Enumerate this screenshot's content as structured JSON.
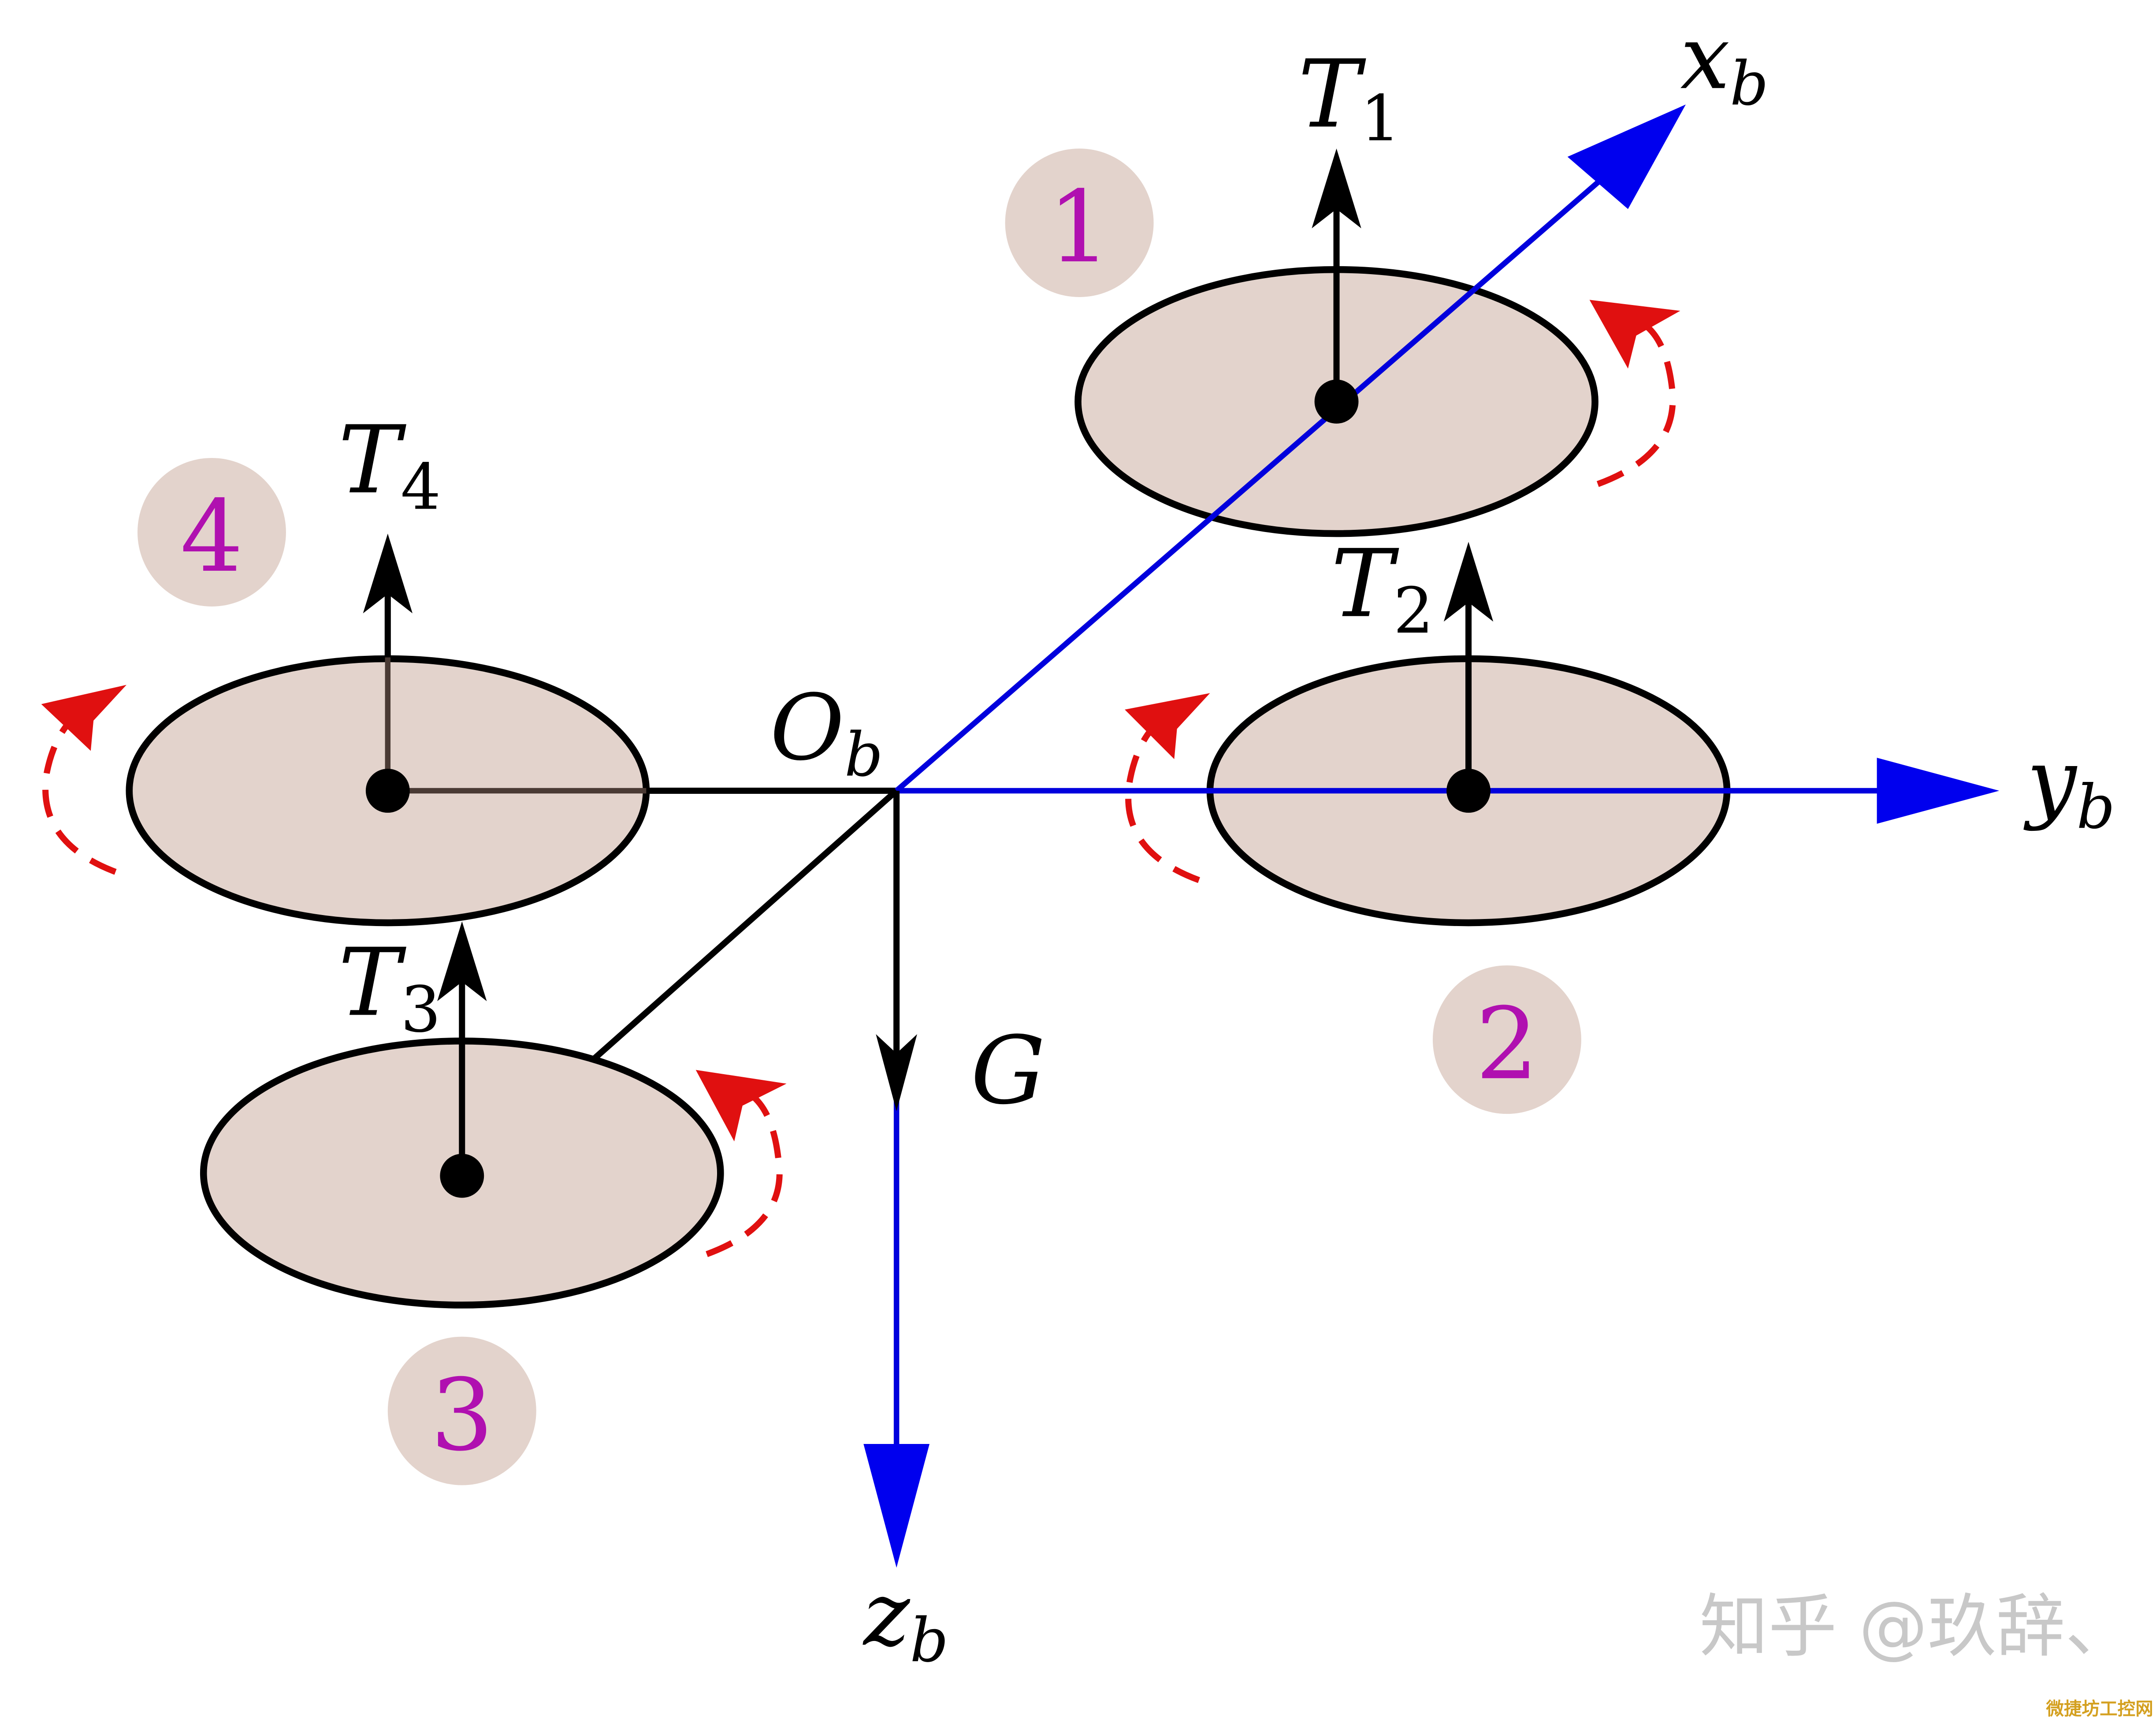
{
  "colors": {
    "background": "#ffffff",
    "rotor_fill": "#e3d3cc",
    "rotor_stroke": "#000000",
    "body_axis": "#0000dd",
    "arm": "#000000",
    "thrust_arrow": "#000000",
    "spin_arrow": "#e01010",
    "badge_fill": "#e3d3cc",
    "badge_text": "#b010b0",
    "watermark": "#c8c8c8",
    "corner_tag": "#d4a020"
  },
  "rotors": [
    {
      "id": "1",
      "thrust_symbol": "T",
      "thrust_subscript": "1",
      "spin_direction": "counterclockwise"
    },
    {
      "id": "2",
      "thrust_symbol": "T",
      "thrust_subscript": "2",
      "spin_direction": "counterclockwise"
    },
    {
      "id": "3",
      "thrust_symbol": "T",
      "thrust_subscript": "3",
      "spin_direction": "counterclockwise"
    },
    {
      "id": "4",
      "thrust_symbol": "T",
      "thrust_subscript": "4",
      "spin_direction": "counterclockwise"
    }
  ],
  "axes": {
    "x": {
      "symbol": "x",
      "subscript": "b"
    },
    "y": {
      "symbol": "y",
      "subscript": "b"
    },
    "z": {
      "symbol": "z",
      "subscript": "b"
    }
  },
  "origin": {
    "symbol": "O",
    "subscript": "b"
  },
  "gravity": {
    "symbol": "G"
  },
  "watermark": {
    "text": "知乎 @玖辞、"
  },
  "corner_tag": {
    "text": "微捷坊工控网"
  }
}
